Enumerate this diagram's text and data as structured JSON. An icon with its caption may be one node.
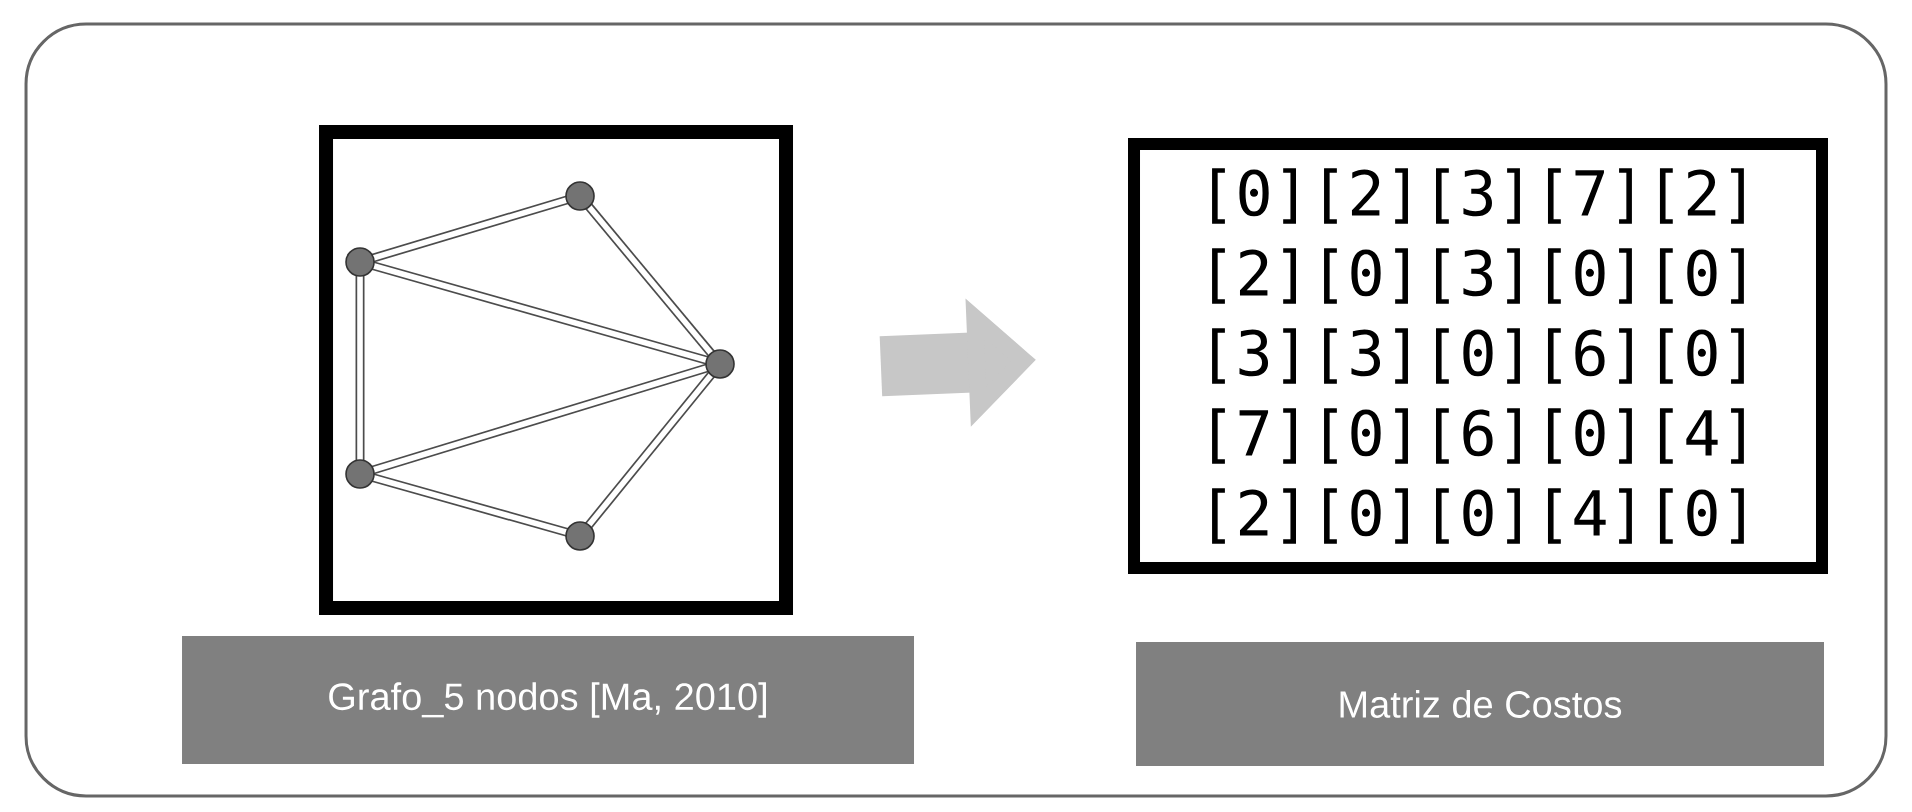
{
  "diagram": {
    "nodes": [
      {
        "text": [],
        "shape": "box"
      },
      {
        "text": [],
        "shape": "picture",
        "in": 0
      },
      {
        "text": [
          "Grafo_5 nodos [Ma, 2010]"
        ],
        "in": 0
      },
      {
        "text": [
          "[0][2][3][7][2]",
          "[2][0][3][0][0]",
          "[3][3][0][6][0]",
          "[7][0][6][0][4]",
          "[2][0][0][4][0]"
        ],
        "in": 0
      },
      {
        "text": [
          "Matriz de Costos"
        ],
        "in": 0
      }
    ],
    "edges": [
      {
        "from": 1,
        "to": 3,
        "arrow": "to"
      }
    ]
  }
}
